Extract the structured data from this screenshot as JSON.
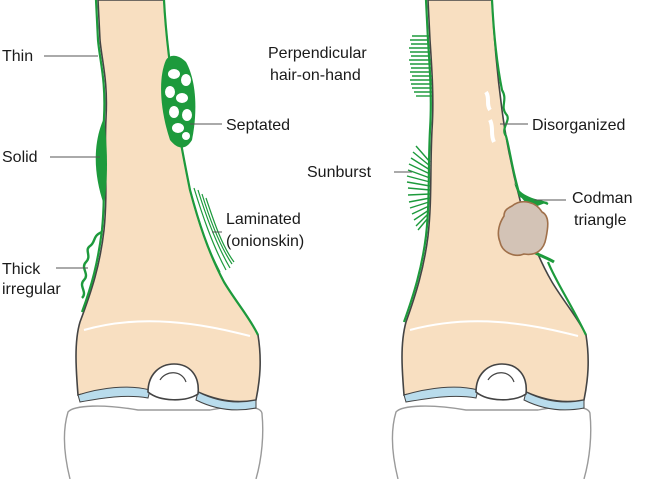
{
  "labels": {
    "thin": "Thin",
    "solid": "Solid",
    "thick_1": "Thick",
    "thick_2": "irregular",
    "septated": "Septated",
    "laminated_1": "Laminated",
    "laminated_2": "(onionskin)",
    "perpendicular_1": "Perpendicular",
    "perpendicular_2": "hair-on-hand",
    "sunburst": "Sunburst",
    "disorganized": "Disorganized",
    "codman_1": "Codman",
    "codman_2": "triangle"
  },
  "colors": {
    "bone_fill": "#f8dfc1",
    "periosteum": "#1d9a3c",
    "cartilage": "#b9dcec",
    "outline": "#444444",
    "tumor": "#d3c3b6",
    "leader": "#555555"
  }
}
